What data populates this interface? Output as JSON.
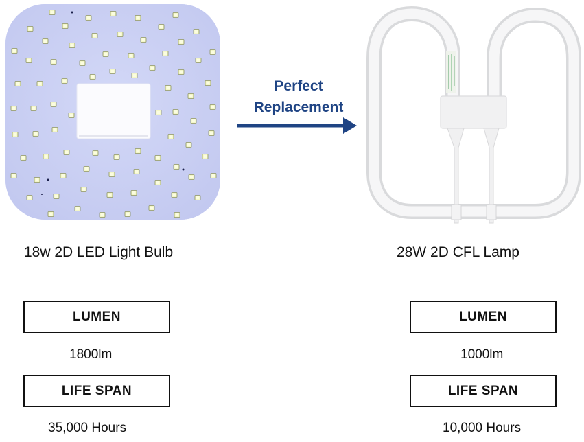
{
  "comparison": {
    "caption_line1": "Perfect",
    "caption_line2": "Replacement",
    "arrow_color": "#1f4484",
    "arrow_icon": "arrow-right-icon"
  },
  "left_product": {
    "image": "led-board-image",
    "title": "18w 2D LED Light Bulb",
    "board_color": "#c9cff3",
    "specs": {
      "lumen_label": "LUMEN",
      "lumen_value": "1800lm",
      "lifespan_label": "LIFE SPAN",
      "lifespan_value": "35,000 Hours"
    }
  },
  "right_product": {
    "image": "cfl-lamp-image",
    "title": "28W 2D CFL Lamp",
    "specs": {
      "lumen_label": "LUMEN",
      "lumen_value": "1000lm",
      "lifespan_label": "LIFE SPAN",
      "lifespan_value": "10,000 Hours"
    }
  }
}
